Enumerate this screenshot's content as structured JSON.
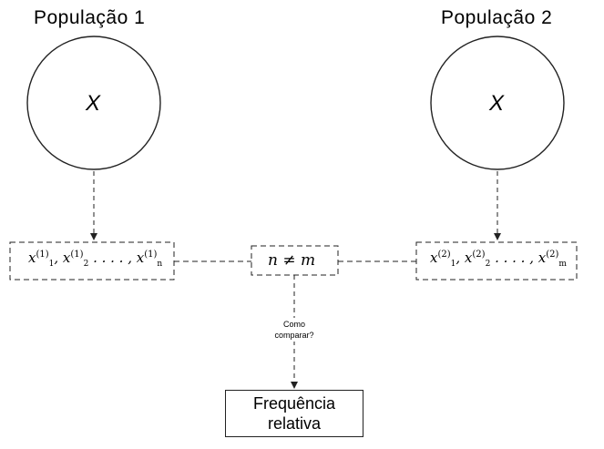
{
  "populations": [
    {
      "title": "População 1",
      "variable": "X"
    },
    {
      "title": "População 2",
      "variable": "X"
    }
  ],
  "samples": [
    {
      "superscript": "(1)"
    },
    {
      "superscript": "(2)"
    }
  ],
  "sample_notation": {
    "symbol": "x",
    "sub_first": "1",
    "sub_second": "2",
    "sub_last_left": "n",
    "sub_last_right": "m",
    "separator": ", ",
    "ellipsis": ". . . . ,"
  },
  "middle": {
    "condition": "n ≠ m"
  },
  "question": {
    "line1": "Como",
    "line2": "comparar?"
  },
  "result": {
    "line1": "Frequência",
    "line2": "relativa"
  },
  "colors": {
    "line": "#222222",
    "background": "#ffffff"
  }
}
